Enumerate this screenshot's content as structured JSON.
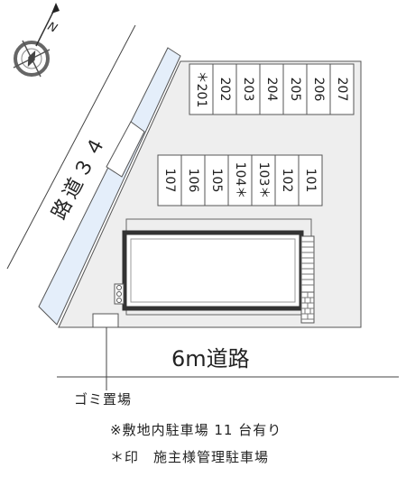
{
  "compass": {
    "north_label": "N",
    "icon": "compass-rose-icon"
  },
  "roads": {
    "main_label": "6m道路",
    "side_label": "路道３４"
  },
  "parking_rows": {
    "upper": [
      "＊201",
      "202",
      "203",
      "204",
      "205",
      "206",
      "207"
    ],
    "lower": [
      "107",
      "106",
      "105",
      "104＊",
      "103＊",
      "102",
      "101"
    ]
  },
  "legend": {
    "garbage_label": "ゴミ置場",
    "note_total": "※敷地内駐車場 11 台有り",
    "note_owner": "＊印　施主様管理駐車場"
  },
  "colors": {
    "lot": "#eeeeee",
    "sidewalk": "#e4eefa",
    "outline": "#555555",
    "building": "#333333"
  }
}
